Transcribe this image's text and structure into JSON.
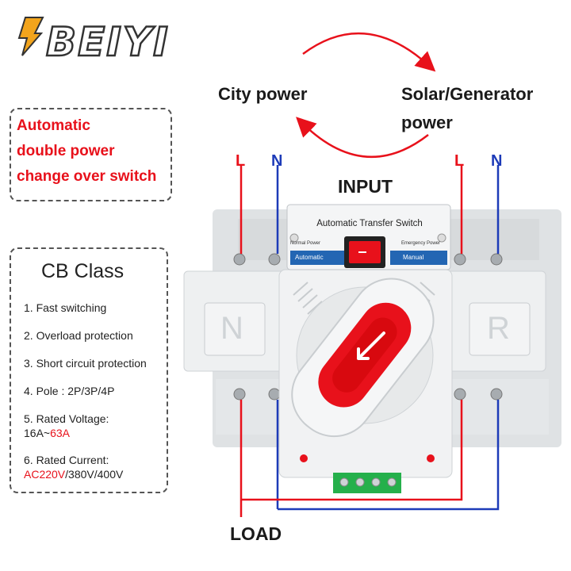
{
  "brand": {
    "logo_text": "BEIYI"
  },
  "flow": {
    "left_label": "City power",
    "right_label_1": "Solar/Generator",
    "right_label_2": "power",
    "input_label": "INPUT",
    "load_label": "LOAD"
  },
  "terminals": {
    "left_L": "L",
    "left_N": "N",
    "right_L": "L",
    "right_N": "N"
  },
  "headline": {
    "line1": "Automatic",
    "line2": "double power",
    "line3": "change over switch"
  },
  "cb": {
    "title": "CB Class",
    "f1": "1. Fast switching",
    "f2": "2. Overload protection",
    "f3": "3. Short circuit protection",
    "f4": "4. Pole : 2P/3P/4P",
    "f5_label": "5. Rated Voltage:",
    "f5_value_a": "16A~",
    "f5_value_b": "63A",
    "f6_label": "6. Rated Current:",
    "f6_value_a": "AC220V",
    "f6_value_b": "/380V/400V"
  },
  "device": {
    "panel_title": "Automatic Transfer Switch",
    "normal_power": "Normal Power",
    "emergency_power": "Emergency Power",
    "automatic": "Automatic",
    "manual": "Manual",
    "side_left": "N",
    "side_right": "R"
  },
  "colors": {
    "red": "#e8111b",
    "blue": "#1d3bb8",
    "device_white": "#eceeef"
  }
}
